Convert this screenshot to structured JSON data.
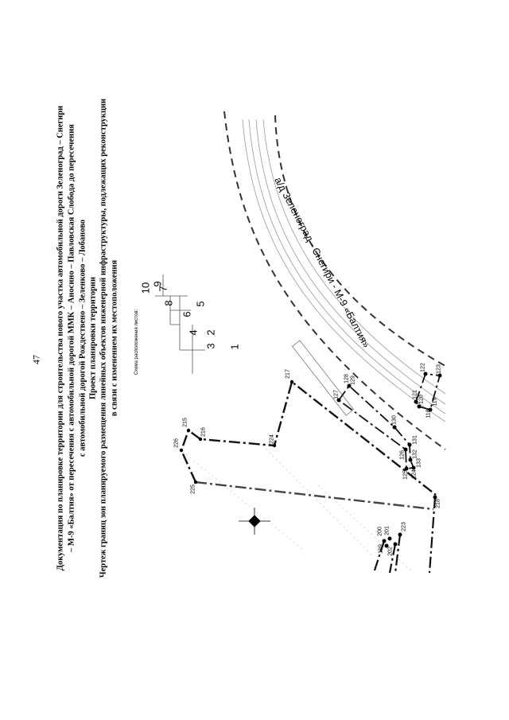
{
  "page_number": "47",
  "title": {
    "lines": [
      "Документация по планировке территории для строительства нового участка автомобильной дороги Зеленоград – Снегири",
      "– М-9 «Балтия» от пересечения с автомобильной дорогой ММК – Аносино – Павловская Слобода до пересечения",
      "с автомобильной дорогой Рождествено – Зеленково – Лобаново",
      "Проект планировки территории",
      "Чертеж границ зон планируемого размещения линейных объектов инженерной инфраструктуры, подлежащих реконструкции",
      "в связи с изменением их местоположения"
    ]
  },
  "sheet_index": {
    "caption": "Схема расположения листов:",
    "sheets": [
      "10",
      "9",
      "8",
      "7",
      "6",
      "5",
      "4",
      "3",
      "2",
      "1"
    ]
  },
  "map": {
    "road_label": "а/д Зеленоград - Снегири - М-9 «Балтия»",
    "points": [
      "226",
      "215",
      "216",
      "217",
      "224",
      "225",
      "127",
      "128",
      "129",
      "130",
      "131",
      "126",
      "132",
      "133",
      "124",
      "125",
      "121",
      "120",
      "119",
      "118",
      "122",
      "123",
      "218",
      "199",
      "200",
      "201",
      "202",
      "223"
    ]
  }
}
